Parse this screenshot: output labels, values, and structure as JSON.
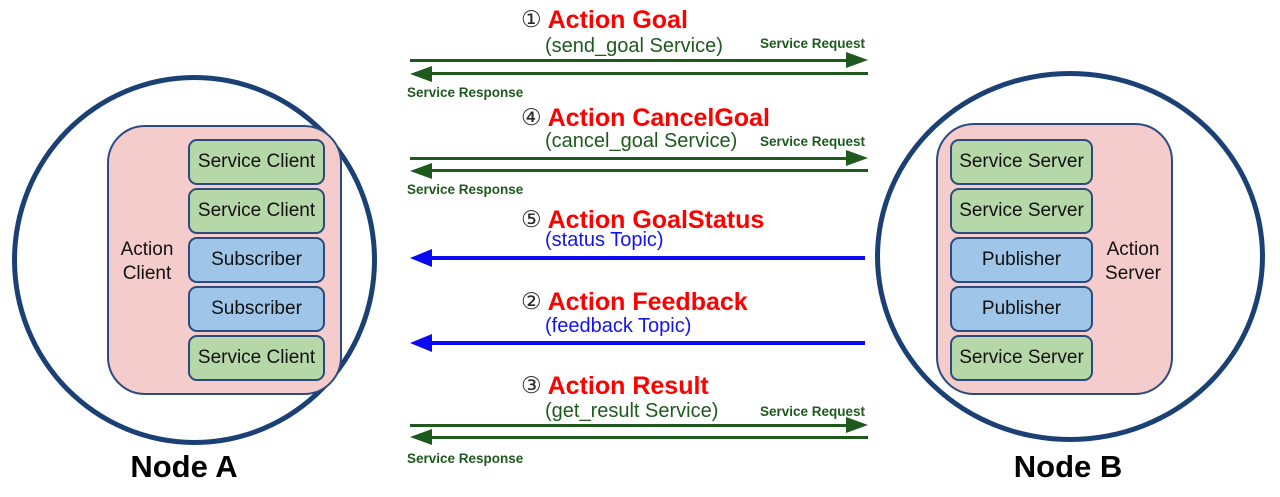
{
  "nodes": {
    "node_a": {
      "name": "Node A",
      "role": "Action Client",
      "components": [
        "Service Client",
        "Service Client",
        "Subscriber",
        "Subscriber",
        "Service Client"
      ]
    },
    "node_b": {
      "name": "Node B",
      "role": "Action Server",
      "components": [
        "Service Server",
        "Service Server",
        "Publisher",
        "Publisher",
        "Service Server"
      ]
    }
  },
  "interactions": [
    {
      "number": "①",
      "title": "Action Goal",
      "subtitle": "(send_goal Service)",
      "kind": "service",
      "request_label": "Service Request",
      "response_label": "Service Response"
    },
    {
      "number": "④",
      "title": "Action CancelGoal",
      "subtitle": "(cancel_goal Service)",
      "kind": "service",
      "request_label": "Service Request",
      "response_label": "Service Response"
    },
    {
      "number": "⑤",
      "title": "Action GoalStatus",
      "subtitle": "(status Topic)",
      "kind": "topic"
    },
    {
      "number": "②",
      "title": "Action Feedback",
      "subtitle": "(feedback Topic)",
      "kind": "topic"
    },
    {
      "number": "③",
      "title": "Action Result",
      "subtitle": "(get_result Service)",
      "kind": "service",
      "request_label": "Service Request",
      "response_label": "Service Response"
    }
  ],
  "colors": {
    "title_red": "#ff0000",
    "service_green": "#1e5a1e",
    "topic_blue": "#0a0af0",
    "node_circle_border": "#1b4074",
    "node_body_pink": "#f4cccc",
    "component_green": "#b6d7a8",
    "component_blue": "#9fc5e8",
    "component_border": "#2b4a7d"
  }
}
